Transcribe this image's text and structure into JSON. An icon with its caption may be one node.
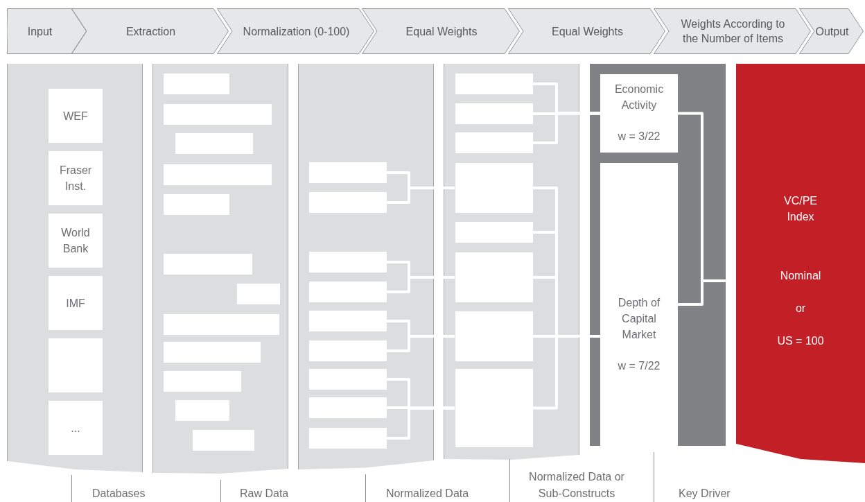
{
  "diagram": {
    "nodes": [
      {
        "text": [
          "Input"
        ]
      },
      {
        "text": [
          "Extraction"
        ]
      },
      {
        "text": [
          "Normalization (0-100)"
        ]
      },
      {
        "text": [
          "Equal Weights"
        ]
      },
      {
        "text": [
          "Equal Weights"
        ]
      },
      {
        "text": [
          "Weights According to the Number of Items"
        ]
      },
      {
        "text": [
          "Output"
        ]
      },
      {
        "text": [],
        "shape": "box"
      },
      {
        "text": [
          "WEF"
        ],
        "in": 7
      },
      {
        "text": [
          "Fraser Inst."
        ],
        "in": 7
      },
      {
        "text": [
          "World Bank"
        ],
        "in": 7
      },
      {
        "text": [
          "IMF"
        ],
        "in": 7
      },
      {
        "text": [],
        "shape": "box",
        "in": 7
      },
      {
        "text": [
          "..."
        ],
        "in": 7
      },
      {
        "text": [],
        "shape": "box"
      },
      {
        "text": [],
        "shape": "box",
        "in": 14
      },
      {
        "text": [],
        "shape": "box",
        "in": 14
      },
      {
        "text": [],
        "shape": "box",
        "in": 14
      },
      {
        "text": [],
        "shape": "box",
        "in": 14
      },
      {
        "text": [],
        "shape": "box",
        "in": 14
      },
      {
        "text": [],
        "shape": "box",
        "in": 14
      },
      {
        "text": [],
        "shape": "box",
        "in": 14
      },
      {
        "text": [],
        "shape": "box",
        "in": 14
      },
      {
        "text": [],
        "shape": "box",
        "in": 14
      },
      {
        "text": [],
        "shape": "box",
        "in": 14
      },
      {
        "text": [],
        "shape": "box",
        "in": 14
      },
      {
        "text": [],
        "shape": "box",
        "in": 14
      },
      {
        "text": [],
        "shape": "box"
      },
      {
        "text": [],
        "shape": "box",
        "in": 27
      },
      {
        "text": [],
        "shape": "box",
        "in": 27
      },
      {
        "text": [],
        "shape": "box",
        "in": 27
      },
      {
        "text": [],
        "shape": "box",
        "in": 27
      },
      {
        "text": [],
        "shape": "box",
        "in": 27
      },
      {
        "text": [],
        "shape": "box",
        "in": 27
      },
      {
        "text": [],
        "shape": "box",
        "in": 27
      },
      {
        "text": [],
        "shape": "box",
        "in": 27
      },
      {
        "text": [],
        "shape": "box",
        "in": 27
      },
      {
        "text": [],
        "shape": "box"
      },
      {
        "text": [],
        "shape": "box",
        "in": 37
      },
      {
        "text": [],
        "shape": "box",
        "in": 37
      },
      {
        "text": [],
        "shape": "box",
        "in": 37
      },
      {
        "text": [],
        "shape": "box",
        "in": 37
      },
      {
        "text": [],
        "shape": "box",
        "in": 37
      },
      {
        "text": [],
        "shape": "box",
        "in": 37
      },
      {
        "text": [],
        "shape": "box",
        "in": 37
      },
      {
        "text": [],
        "shape": "box",
        "in": 37
      },
      {
        "text": [],
        "shape": "box"
      },
      {
        "text": [
          "Economic Activity",
          "w = 3/22"
        ],
        "in": 46
      },
      {
        "text": [
          "Depth of Capital Market",
          "w = 7/22"
        ],
        "in": 46
      },
      {
        "text": [
          "VC/PE Index",
          "Nominal",
          "or",
          "US = 100"
        ]
      }
    ],
    "edges": [
      {
        "from": 28,
        "to": 41,
        "arrow": "none"
      },
      {
        "from": 29,
        "to": 41,
        "arrow": "none"
      },
      {
        "from": 30,
        "to": 43,
        "arrow": "none"
      },
      {
        "from": 31,
        "to": 43,
        "arrow": "none"
      },
      {
        "from": 32,
        "to": 44,
        "arrow": "none"
      },
      {
        "from": 33,
        "to": 44,
        "arrow": "none"
      },
      {
        "from": 34,
        "to": 45,
        "arrow": "none"
      },
      {
        "from": 35,
        "to": 45,
        "arrow": "none"
      },
      {
        "from": 36,
        "to": 45,
        "arrow": "none"
      },
      {
        "from": 38,
        "to": 47,
        "arrow": "none"
      },
      {
        "from": 39,
        "to": 47,
        "arrow": "none"
      },
      {
        "from": 40,
        "to": 47,
        "arrow": "none"
      },
      {
        "from": 41,
        "to": 48,
        "arrow": "none"
      },
      {
        "from": 42,
        "to": 48,
        "arrow": "none"
      },
      {
        "from": 43,
        "to": 48,
        "arrow": "none"
      },
      {
        "from": 44,
        "to": 48,
        "arrow": "none"
      },
      {
        "from": 45,
        "to": 48,
        "arrow": "none"
      },
      {
        "from": 47,
        "to": 49,
        "arrow": "none"
      },
      {
        "from": 48,
        "to": 49,
        "arrow": "none"
      }
    ],
    "labels": [
      "Databases",
      "Raw Data",
      "Normalized Data",
      "Normalized Data or Sub-Constructs",
      "Key Driver"
    ]
  }
}
